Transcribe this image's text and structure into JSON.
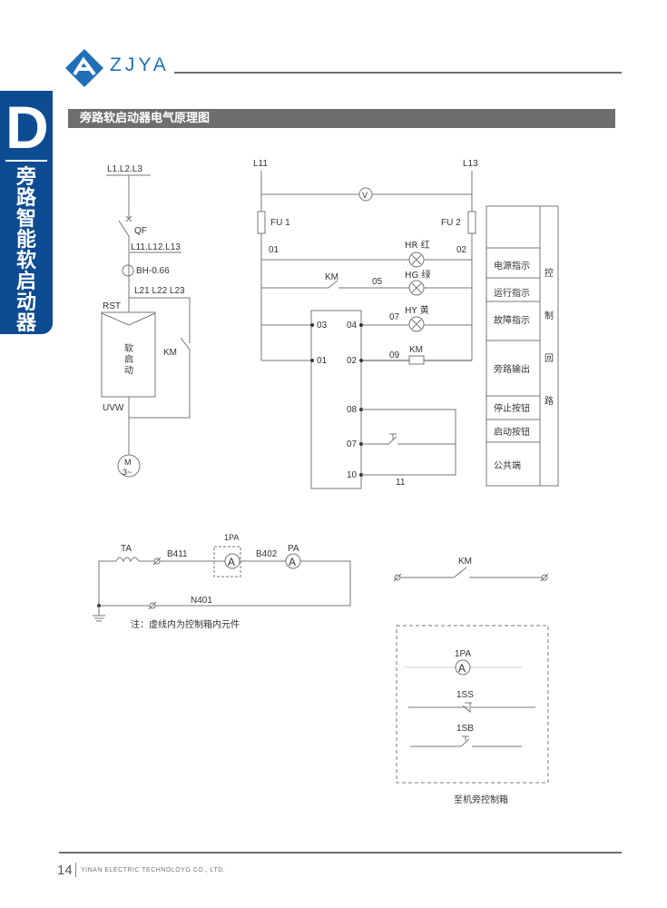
{
  "header": {
    "brand": "ZJYA"
  },
  "side_tab": {
    "letter": "D",
    "chars": [
      "旁",
      "路",
      "智",
      "能",
      "软",
      "启",
      "动",
      "器"
    ]
  },
  "section_title": "旁路软启动器电气原理图",
  "main_circuit": {
    "supply": "L1.L2.L3",
    "breaker": "QF",
    "bus2": "L11.L12.L13",
    "ct": "BH-0.66",
    "bypass_lines": "L21  L22  L23",
    "input": "RST",
    "softstarter": [
      "软",
      "启",
      "动"
    ],
    "output": "UVW",
    "contactor": "KM",
    "motor": [
      "M",
      "3~"
    ]
  },
  "control_circuit": {
    "left_line": "L11",
    "right_line": "L13",
    "voltmeter": "V",
    "fuse1": "FU 1",
    "fuse2": "FU 2",
    "wire01": "01",
    "wire02": "02",
    "lamp_red": "HR 红",
    "lamp_green": "HG 绿",
    "lamp_yellow": "HY 黄",
    "km": "KM",
    "wire05": "05",
    "wire07": "07",
    "wire09": "09",
    "coil": "KM",
    "wire11": "11",
    "terminals": {
      "t03": "03",
      "t04": "04",
      "t01": "01",
      "t02": "02",
      "t08": "08",
      "t07": "07",
      "t10": "10"
    }
  },
  "legend_table": {
    "rows": [
      "电源指示",
      "运行指示",
      "故障指示",
      "旁路输出",
      "停止按钮",
      "启动按钮",
      "公共端"
    ],
    "side": [
      "控",
      "制",
      "回",
      "路"
    ]
  },
  "current_circuit": {
    "ta": "TA",
    "b411": "B411",
    "pa1_label": "1PA",
    "ammeter": "A",
    "b402": "B402",
    "pa": "PA",
    "n401": "N401",
    "note": "注：虚线内为控制箱内元件"
  },
  "km_contact": {
    "label": "KM"
  },
  "remote_box": {
    "pa": "1PA",
    "ammeter": "A",
    "ss": "1SS",
    "sb": "1SB",
    "caption": "至机旁控制箱"
  },
  "footer": {
    "page": "14",
    "company": "YINAN ELECTRIC TECHNOLOYG CO., LTD."
  },
  "colors": {
    "brand_blue": "#0d4c92",
    "title_bar": "#6d6e70"
  }
}
